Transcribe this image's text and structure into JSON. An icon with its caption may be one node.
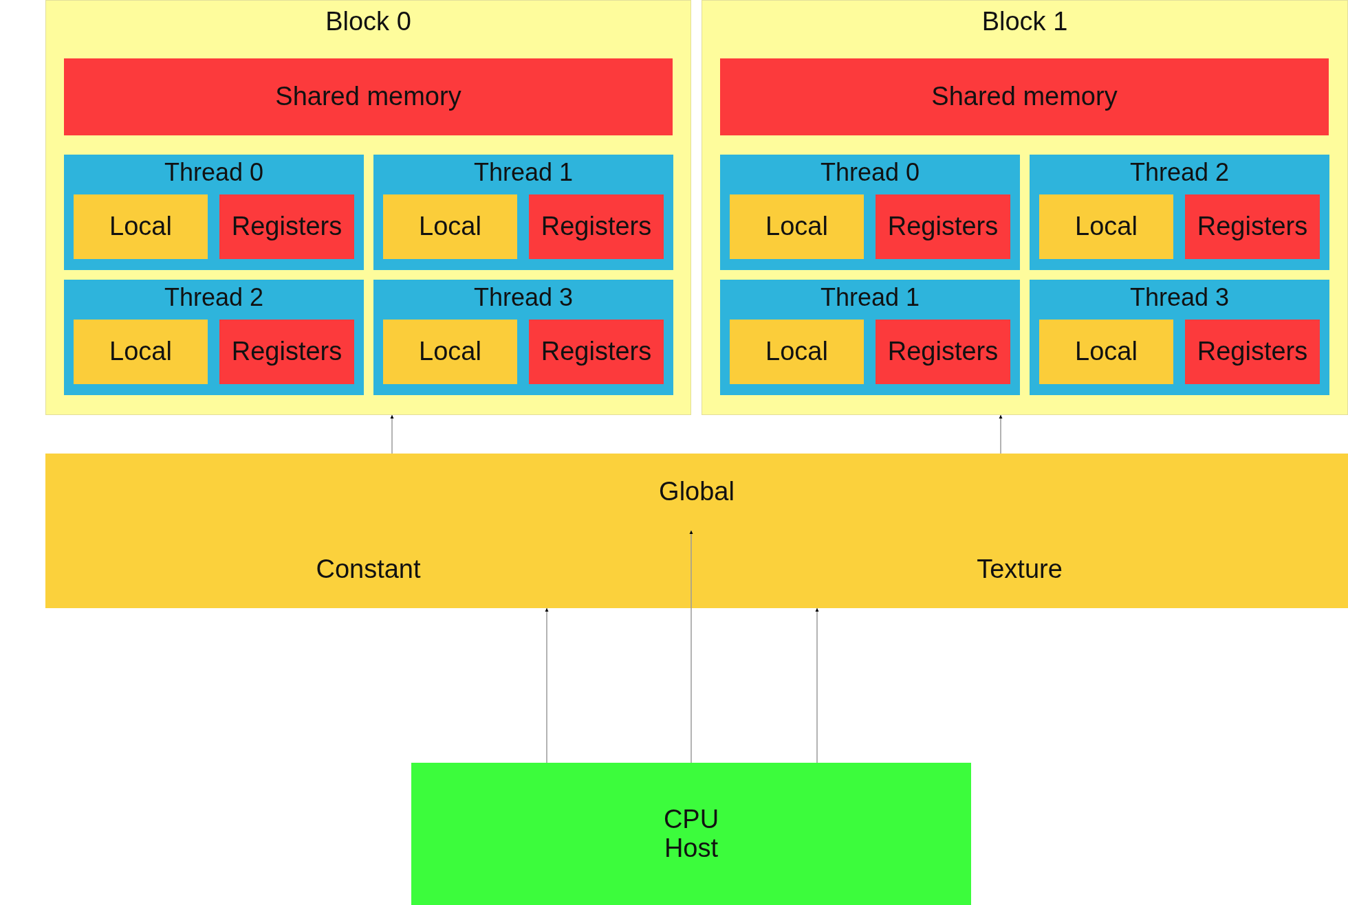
{
  "diagram": {
    "nodes": [
      {
        "text": [
          "Block 0"
        ]
      },
      {
        "text": [
          "Shared memory"
        ],
        "in": 0
      },
      {
        "text": [
          "Thread 0"
        ],
        "in": 0
      },
      {
        "text": [
          "Local"
        ],
        "in": 2
      },
      {
        "text": [
          "Registers"
        ],
        "in": 2
      },
      {
        "text": [
          "Thread 1"
        ],
        "in": 0
      },
      {
        "text": [
          "Local"
        ],
        "in": 5
      },
      {
        "text": [
          "Registers"
        ],
        "in": 5
      },
      {
        "text": [
          "Thread 2"
        ],
        "in": 0
      },
      {
        "text": [
          "Local"
        ],
        "in": 8
      },
      {
        "text": [
          "Registers"
        ],
        "in": 8
      },
      {
        "text": [
          "Thread 3"
        ],
        "in": 0
      },
      {
        "text": [
          "Local"
        ],
        "in": 11
      },
      {
        "text": [
          "Registers"
        ],
        "in": 11
      },
      {
        "text": [
          "Block 1"
        ]
      },
      {
        "text": [
          "Shared memory"
        ],
        "in": 14
      },
      {
        "text": [
          "Thread 0"
        ],
        "in": 14
      },
      {
        "text": [
          "Local"
        ],
        "in": 16
      },
      {
        "text": [
          "Registers"
        ],
        "in": 16
      },
      {
        "text": [
          "Thread 2"
        ],
        "in": 14
      },
      {
        "text": [
          "Local"
        ],
        "in": 19
      },
      {
        "text": [
          "Registers"
        ],
        "in": 19
      },
      {
        "text": [
          "Thread 1"
        ],
        "in": 14
      },
      {
        "text": [
          "Local"
        ],
        "in": 22
      },
      {
        "text": [
          "Registers"
        ],
        "in": 22
      },
      {
        "text": [
          "Thread 3"
        ],
        "in": 14
      },
      {
        "text": [
          "Local"
        ],
        "in": 25
      },
      {
        "text": [
          "Registers"
        ],
        "in": 25
      },
      {
        "text": [
          "Global"
        ]
      },
      {
        "text": [
          "Constant"
        ]
      },
      {
        "text": [
          "Texture"
        ]
      },
      {
        "text": [
          "CPU Host"
        ]
      }
    ],
    "edges": [
      {
        "from": 28,
        "to": 0,
        "arrow": "to"
      },
      {
        "from": 28,
        "to": 14,
        "arrow": "to"
      },
      {
        "from": 31,
        "to": 29,
        "arrow": "to"
      },
      {
        "from": 31,
        "to": 28,
        "arrow": "to"
      },
      {
        "from": 31,
        "to": 30,
        "arrow": "to"
      }
    ]
  }
}
